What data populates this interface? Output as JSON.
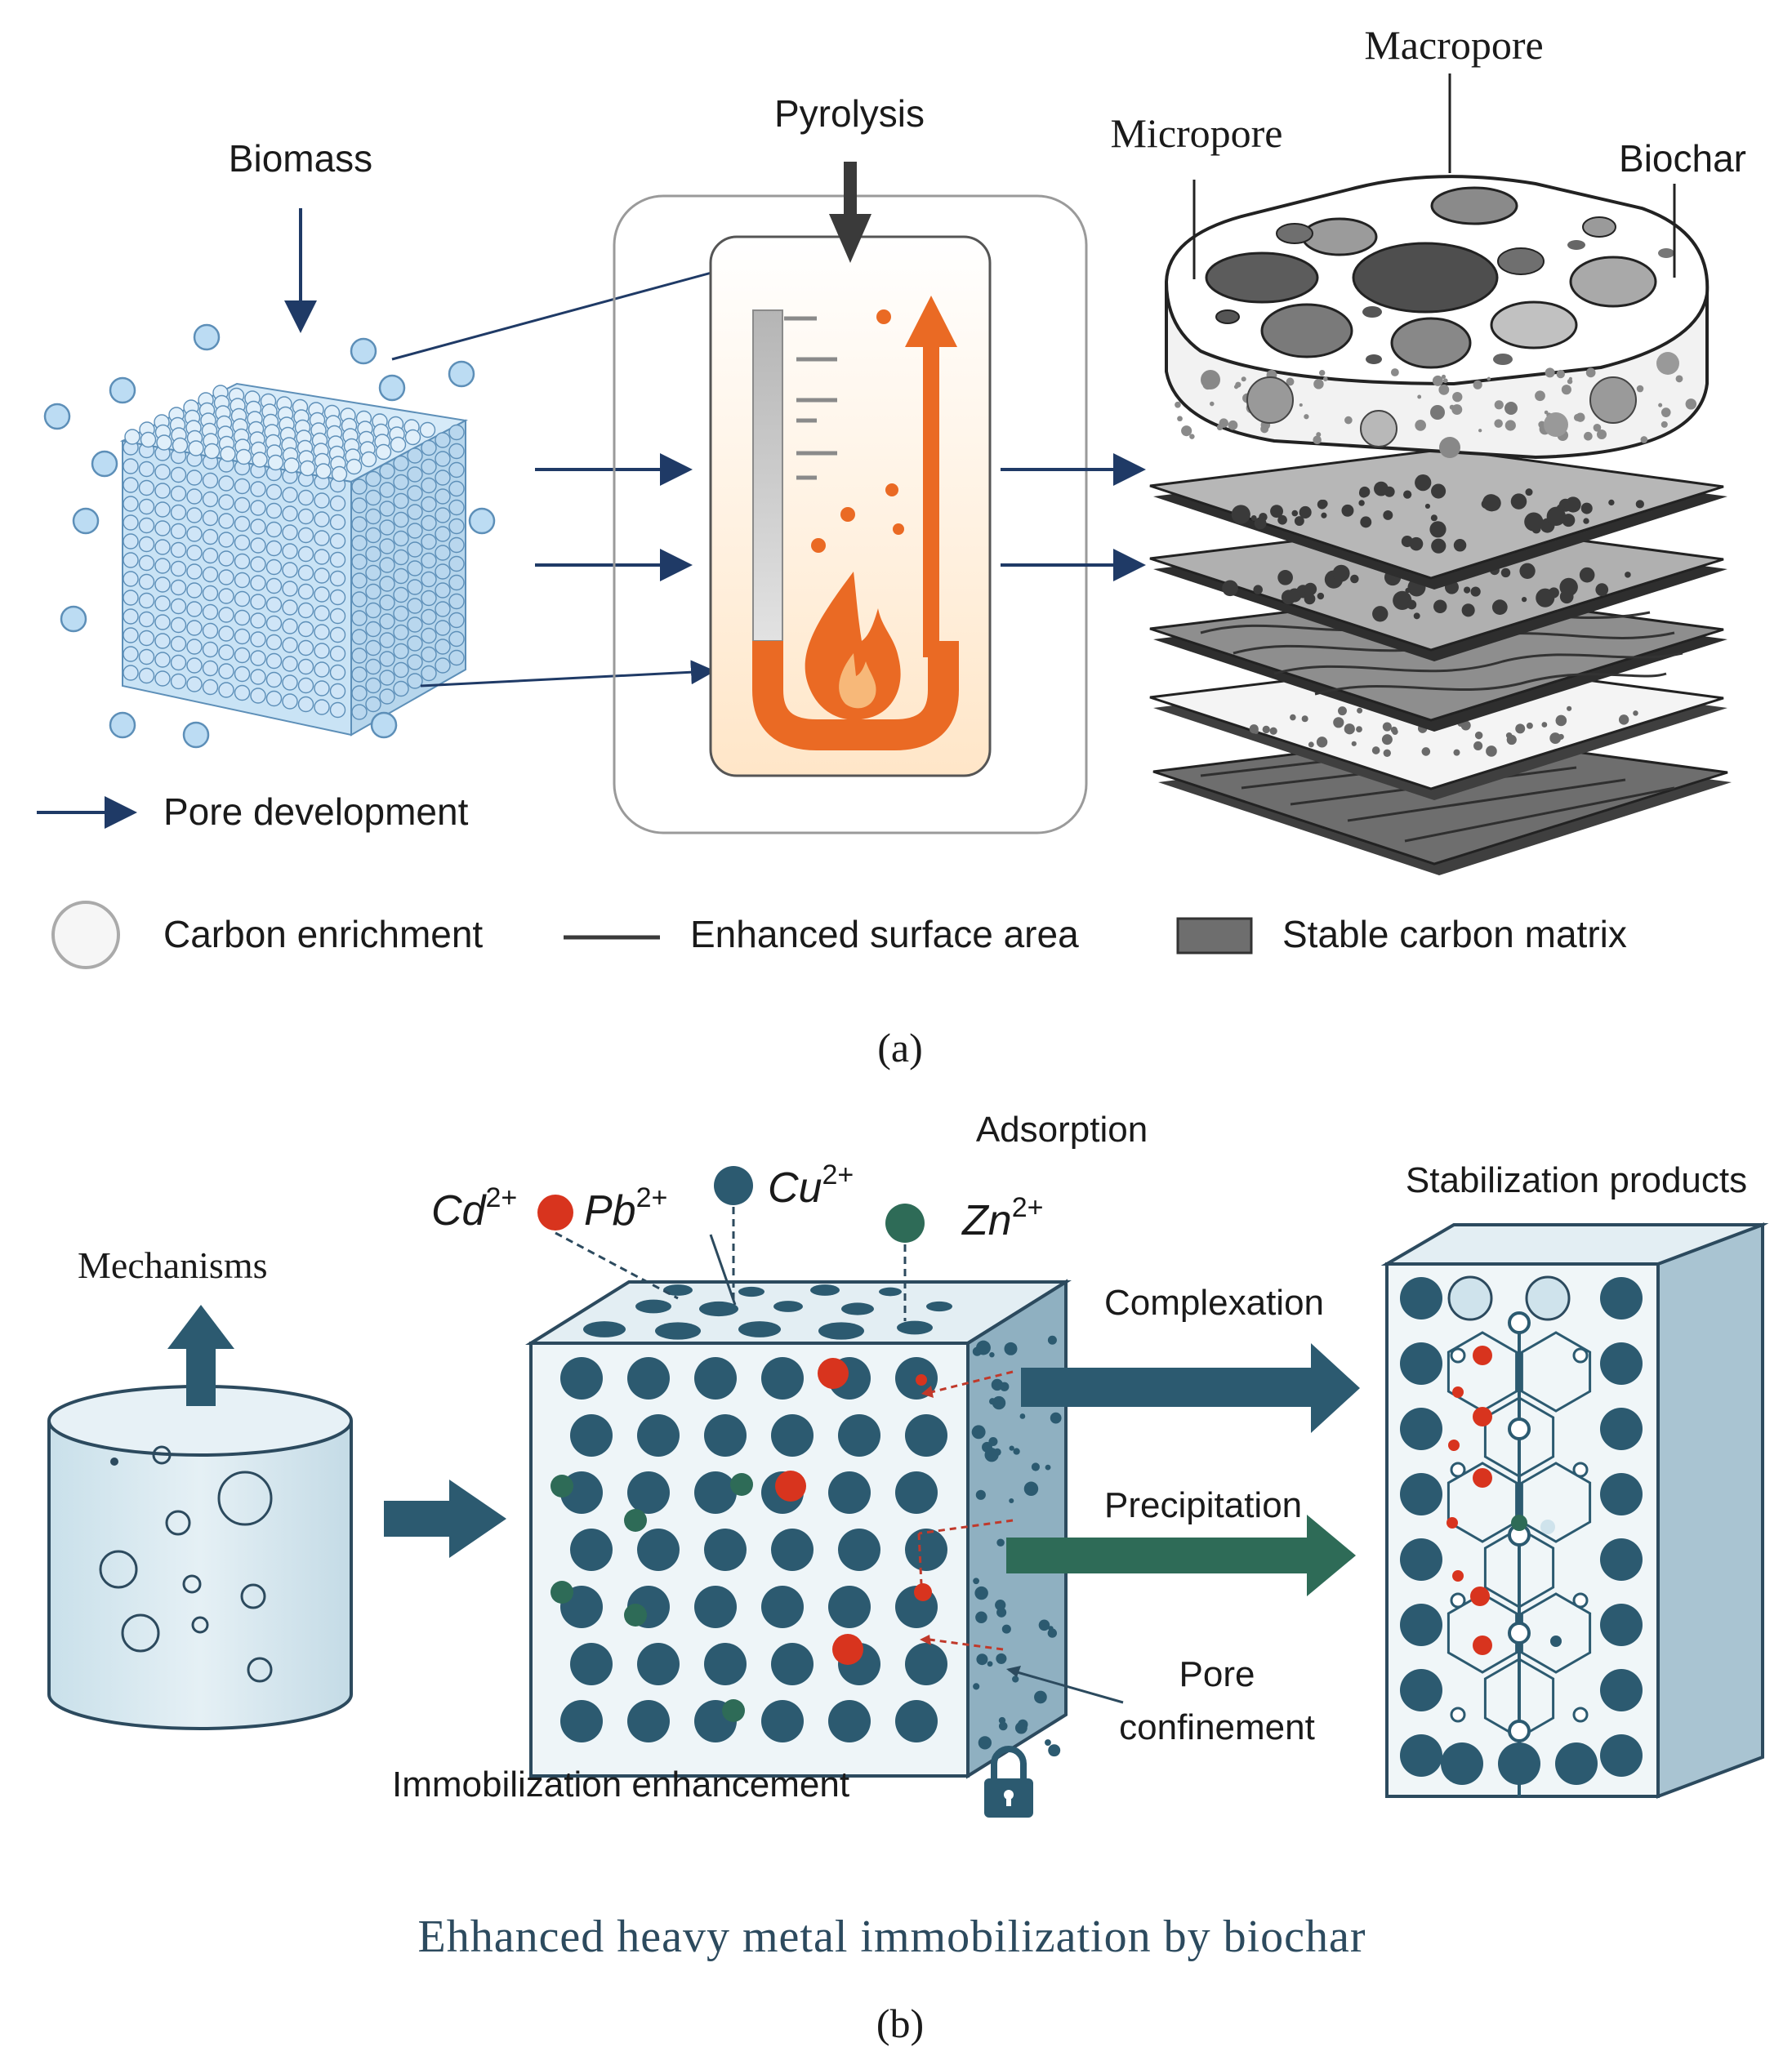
{
  "panel_a": {
    "labels": {
      "biomass": "Biomass",
      "pyrolysis": "Pyrolysis",
      "macropore": "Macropore",
      "micropore": "Micropore",
      "biochar": "Biochar",
      "pore_development": "Pore development"
    },
    "legend": {
      "carbon_enrichment": "Carbon enrichment",
      "enhanced_surface_area": "Enhanced surface area",
      "stable_carbon_matrix": "Stable carbon matrix"
    },
    "caption": "(a)"
  },
  "panel_b": {
    "labels": {
      "adsorption": "Adsorption",
      "stabilization_products": "Stabilization products",
      "mechanisms": "Mechanisms",
      "complexation": "Complexation",
      "precipitation": "Precipitation",
      "pore": "Pore",
      "confinement": "confinement",
      "immobilization_enhancement": "Immobilization enhancement"
    },
    "ions": {
      "cd": "Cd",
      "cd_charge": "2+",
      "pb": "Pb",
      "pb_charge": "2+",
      "cu": "Cu",
      "cu_charge": "2+",
      "zn": "Zn",
      "zn_charge": "2+"
    },
    "title": "Ehhanced heavy metal immobilization by biochar",
    "caption": "(b)"
  },
  "colors": {
    "navy": "#1f3a66",
    "teal": "#2c5a70",
    "green": "#2e6b57",
    "red": "#d8341e",
    "orange": "#ea6a24",
    "light_blue": "#b9d9ef",
    "pale_blue": "#dbe9f0",
    "gray": "#6e6e6e"
  }
}
